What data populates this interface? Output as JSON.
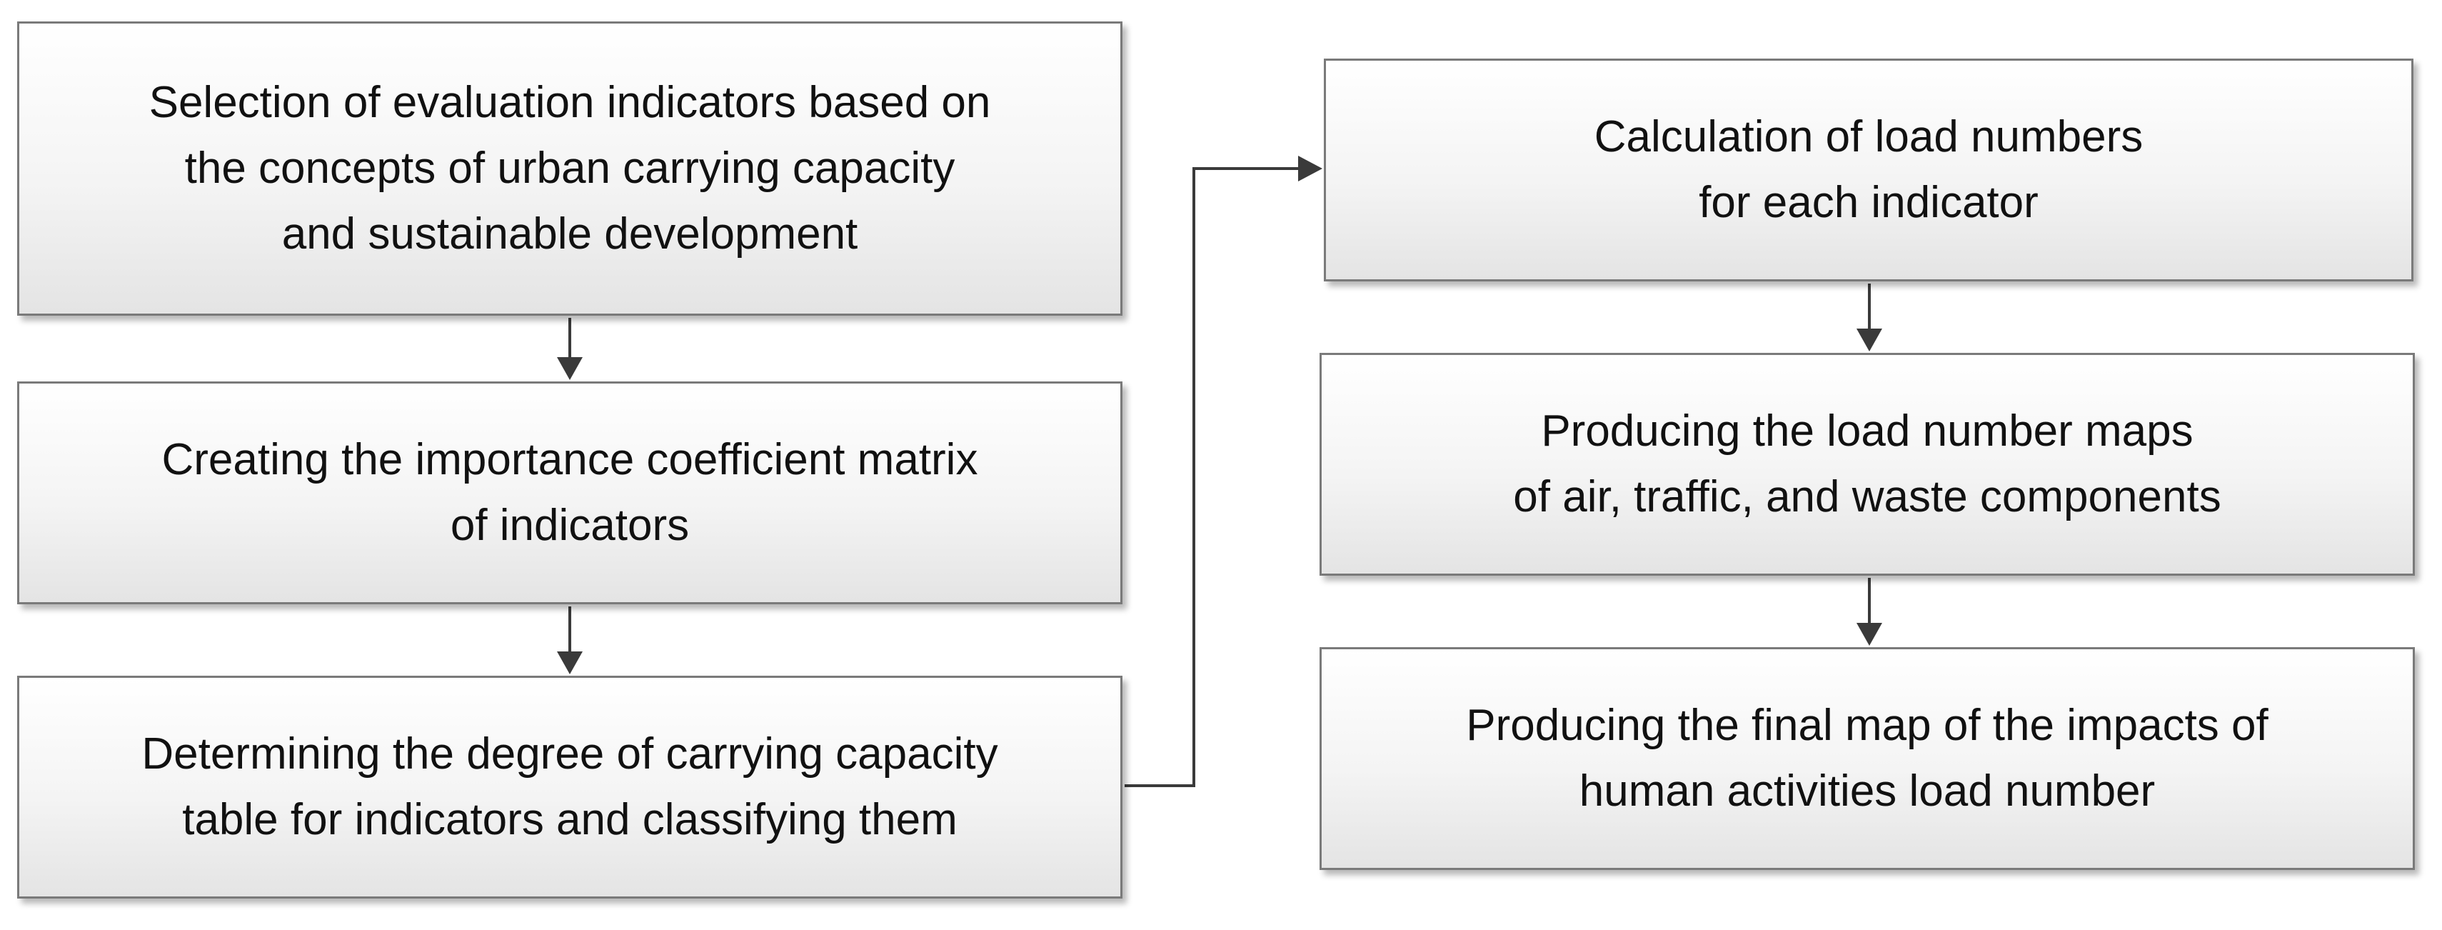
{
  "steps": [
    {
      "id": "b1",
      "text": "Selection of evaluation indicators based on\nthe concepts of urban carrying capacity\nand sustainable development"
    },
    {
      "id": "b2",
      "text": "Creating the importance coefficient matrix\nof indicators"
    },
    {
      "id": "b3",
      "text": "Determining the degree of carrying capacity\ntable for indicators and classifying them"
    },
    {
      "id": "b4",
      "text": "Calculation of load numbers\nfor each indicator"
    },
    {
      "id": "b5",
      "text": "Producing the load number maps\nof air, traffic, and waste components"
    },
    {
      "id": "b6",
      "text": "Producing the final map of the impacts of\nhuman activities load number"
    }
  ],
  "connections": [
    {
      "from": "b1",
      "to": "b2"
    },
    {
      "from": "b2",
      "to": "b3"
    },
    {
      "from": "b3",
      "to": "b4"
    },
    {
      "from": "b4",
      "to": "b5"
    },
    {
      "from": "b5",
      "to": "b6"
    }
  ],
  "colors": {
    "box_border": "#7a7a7a",
    "arrow": "#3a3a3a",
    "text": "#111111"
  }
}
